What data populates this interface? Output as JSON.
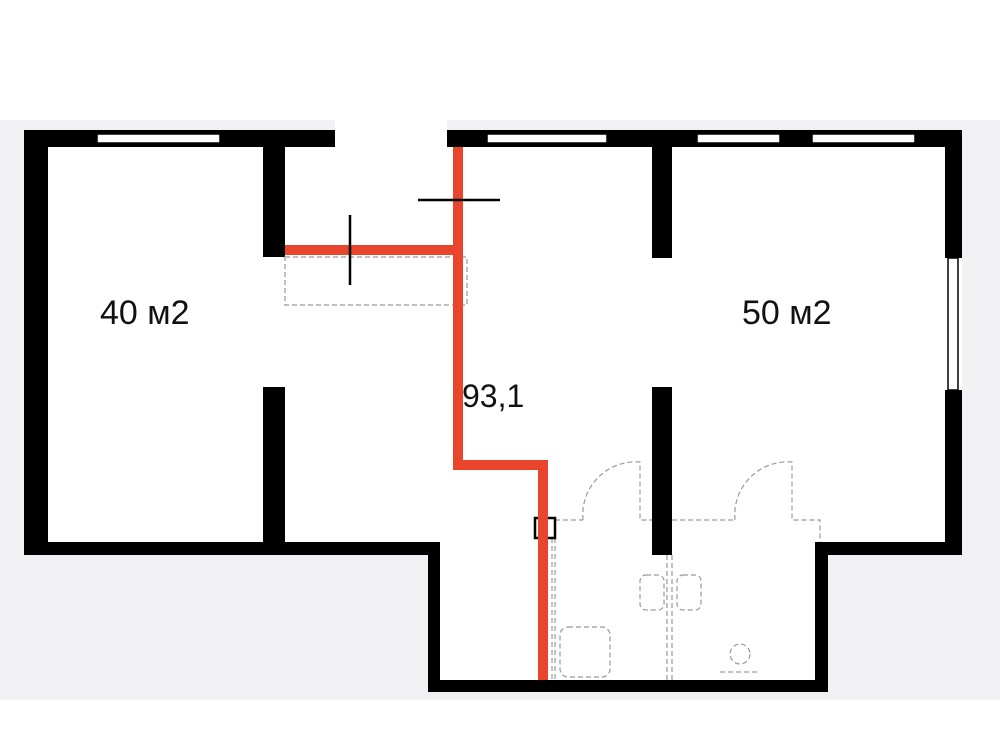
{
  "plan": {
    "room_left_area": "40 м2",
    "room_right_area": "50 м2",
    "total_area": "93,1"
  },
  "colors": {
    "wall": "#000000",
    "partition": "#e8452c",
    "backdrop": "#f1f1f3"
  }
}
